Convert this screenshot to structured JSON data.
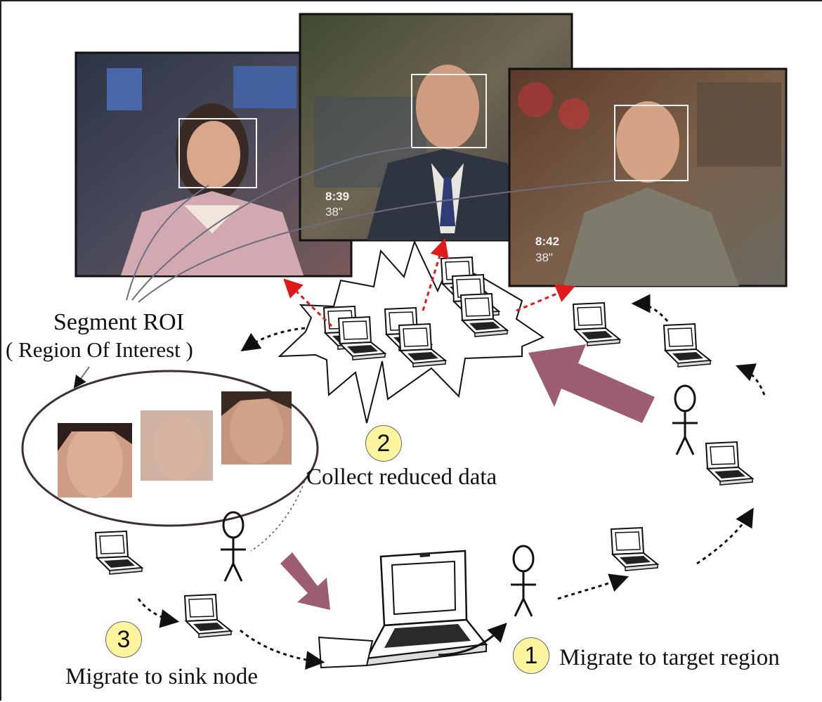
{
  "labels": {
    "segment_roi_line1": "Segment  ROI",
    "segment_roi_line2": "( Region Of Interest )",
    "collect": "Collect reduced data",
    "sink": "Migrate to sink node",
    "target": "Migrate to target region"
  },
  "steps": [
    "1",
    "2",
    "3"
  ],
  "frames": [
    {
      "time": "",
      "temp": ""
    },
    {
      "time": "8:39",
      "temp": "38\""
    },
    {
      "time": "8:42",
      "temp": "38\""
    }
  ],
  "colors": {
    "big_arrow": "#9c5c72",
    "red_arrow": "#e0191b",
    "badge": "#fff59e"
  },
  "icons": [
    "laptop-icon",
    "stick-figure-icon",
    "face-thumbnail",
    "news-frame"
  ]
}
